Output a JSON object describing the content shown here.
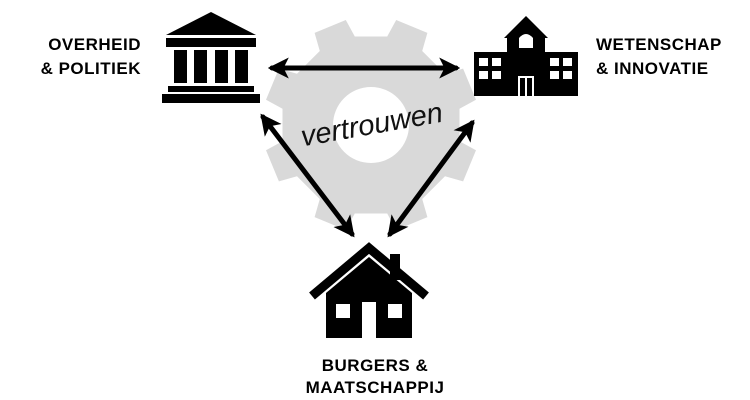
{
  "nodes": {
    "government": {
      "line1": "OVERHEID",
      "line2": "& POLITIEK",
      "icon": "government-building-icon"
    },
    "science": {
      "line1": "WETENSCHAP",
      "line2": "& INNOVATIE",
      "icon": "school-building-icon"
    },
    "citizens": {
      "line1": "BURGERS &",
      "line2": "MAATSCHAPPIJ",
      "icon": "house-icon"
    }
  },
  "center": {
    "label": "vertrouwen",
    "icon": "gear-icon"
  },
  "colors": {
    "gear": "#d9d9d9",
    "gear_hole": "#ffffff",
    "icons": "#000000",
    "arrows": "#000000"
  }
}
